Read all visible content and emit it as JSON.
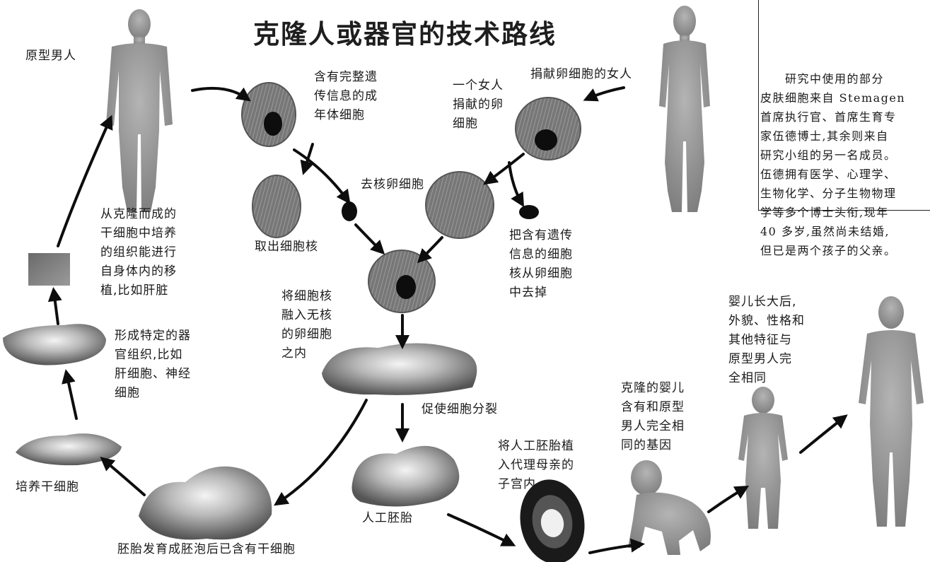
{
  "title": "克隆人或器官的技术路线",
  "labels": {
    "prototype_man": "原型男人",
    "adult_cell": "含有完整遗\n传信息的成\n年体细胞",
    "donated_egg": "一个女人\n捐献的卵\n细胞",
    "egg_donor_woman": "捐献卵细胞的女人",
    "enucleated_egg": "去核卵细胞",
    "extract_nucleus": "取出细胞核",
    "remove_nucleus": "把含有遗传\n信息的细胞\n核从卵细胞\n中去掉",
    "stem_cell_transplant": "从克隆而成的\n干细胞中培养\n的组织能进行\n自身体内的移\n植,比如肝脏",
    "fuse_nucleus": "将细胞核\n融入无核\n的卵细胞\n之内",
    "specific_organ_tissue": "形成特定的器\n官组织,比如\n肝细胞、神经\n细胞",
    "promote_division": "促使细胞分裂",
    "culture_stem_cells": "培养干细胞",
    "implant_embryo": "将人工胚胎植\n入代理母亲的\n子宫内",
    "artificial_embryo": "人工胚胎",
    "blastocyst": "胚胎发育成胚泡后已含有干细胞",
    "cloned_baby": "克隆的婴儿\n含有和原型\n男人完全相\n同的基因",
    "grown_baby": "婴儿长大后,\n外貌、性格和\n其他特征与\n原型男人完\n全相同"
  },
  "bio": {
    "text": "　　研究中使用的部分\n皮肤细胞来自 Stemagen\n首席执行官、首席生育专\n家伍德博士,其余则来自\n研究小组的另一名成员。\n伍德拥有医学、心理学、\n生物化学、分子生物物理\n学等多个博士头衔,现年\n40 多岁,虽然尚未结婚,\n但已是两个孩子的父亲。"
  },
  "colors": {
    "cell_body": "#7a7a7a",
    "cell_stripes": "#9a9a9a",
    "nucleus": "#0d0d0d",
    "arrow": "#0d0d0d",
    "figure": "#9c9c9c",
    "tissue": "#5e5e5e",
    "tissue_light": "#f2f2f2"
  }
}
